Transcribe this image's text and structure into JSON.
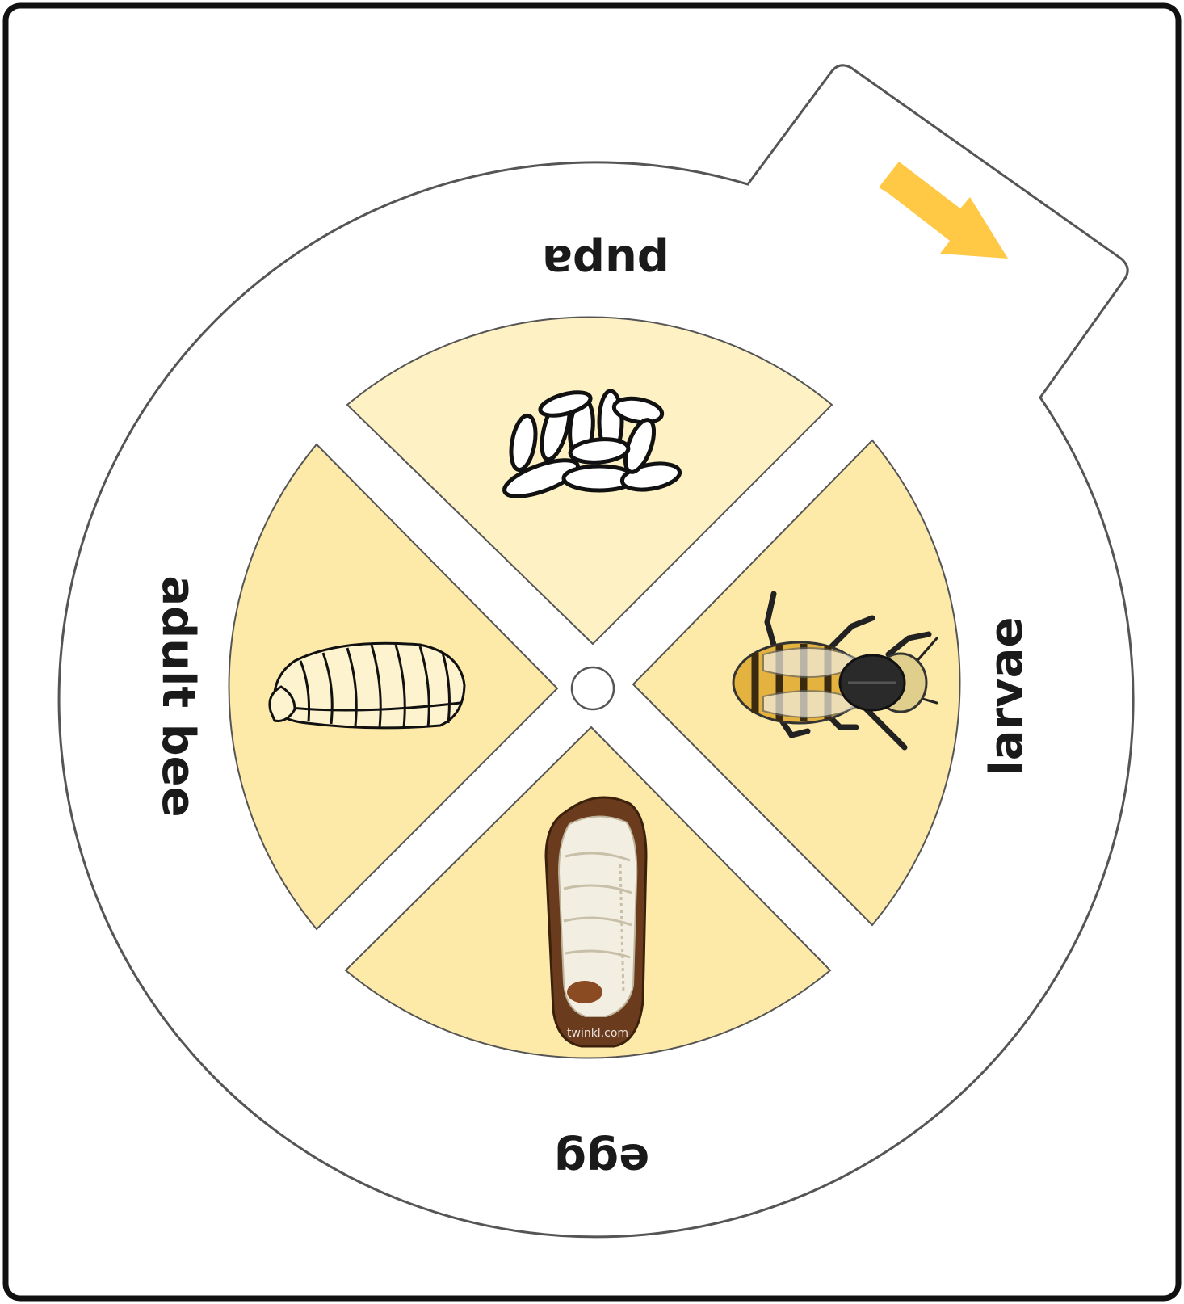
{
  "diagram": {
    "stages": [
      {
        "id": "pupa",
        "label": "pupa"
      },
      {
        "id": "larvae",
        "label": "larvae"
      },
      {
        "id": "egg",
        "label": "egg"
      },
      {
        "id": "adult_bee",
        "label": "adult bee"
      }
    ],
    "watermark": "twinkl.com",
    "colors": {
      "sector_fill": "#fdeaa8",
      "sector_fill_light": "#fef1c4",
      "arrow": "#ffc845",
      "outline": "#555555",
      "frame": "#111111"
    },
    "icons": {
      "pupa_sector": "egg-cluster-icon",
      "larvae_sector": "bee-icon",
      "egg_sector": "pupa-in-cell-icon",
      "adult_bee_sector": "larva-icon",
      "tab": "arrow-icon"
    }
  }
}
